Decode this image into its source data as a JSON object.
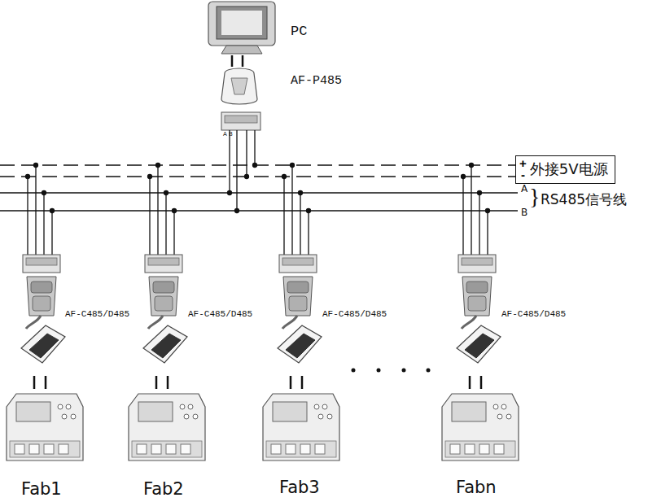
{
  "diagram": {
    "nodes": [
      {
        "text": [
          "+",
          "-",
          "外接5V电源"
        ]
      }
    ],
    "labels": [
      "PC",
      "AF-P485",
      "A B",
      "A",
      "B",
      "}",
      "RS485信号线",
      "AF-C485/D485",
      "AF-C485/D485",
      "AF-C485/D485",
      "AF-C485/D485",
      "Fab1",
      "Fab2",
      "Fab3",
      "Fabn"
    ]
  }
}
